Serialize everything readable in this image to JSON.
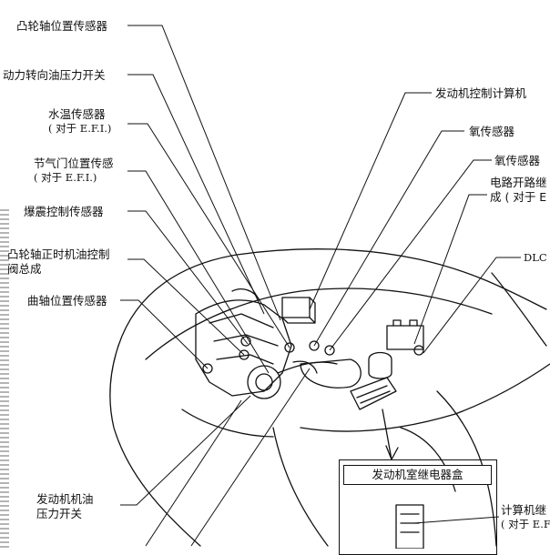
{
  "labels": {
    "cam_sensor": "凸轮轴位置传感器",
    "ps_oil_switch": "动力转向油压力开关",
    "water_temp": "水温传感器",
    "water_temp_note": "( 对于 E.F.I.)",
    "throttle": "节气门位置传感",
    "throttle_note": "( 对于 E.F.I.)",
    "knock": "爆震控制传感器",
    "cam_timing_1": "凸轮轴正时机油控制",
    "cam_timing_2": "阀总成",
    "crank": "曲轴位置传感器",
    "engine_oil_1": "发动机机油",
    "engine_oil_2": "压力开关",
    "ecu": "发动机控制计算机",
    "o2_1": "氧传感器",
    "o2_2": "氧传感器",
    "circuit_relay_1": "电路开路继",
    "circuit_relay_2": "成 ( 对于 E",
    "dlc": "DLC",
    "relay_box": "发动机室继电器盒",
    "computer_relay_1": "计算机继",
    "computer_relay_2": "( 对于 E.F"
  }
}
